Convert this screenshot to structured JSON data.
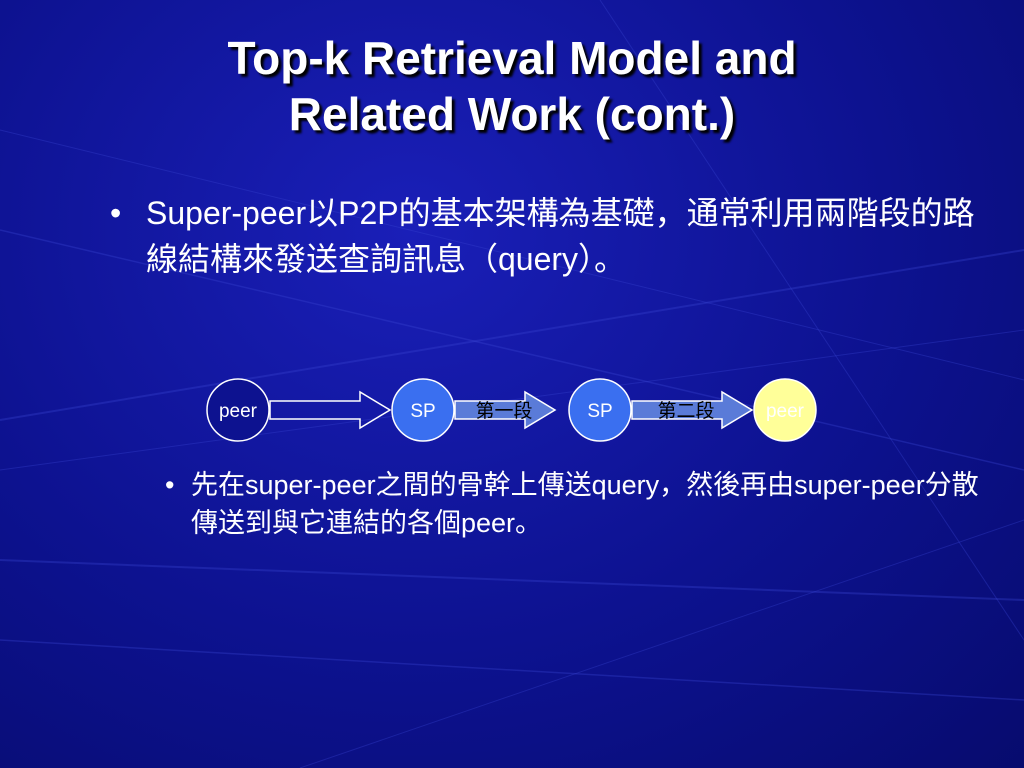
{
  "slide": {
    "title_line1": "Top-k Retrieval Model and",
    "title_line2": "Related Work (cont.)",
    "bullet_marker": "•",
    "bullet1": "Super-peer以P2P的基本架構為基礎，通常利用兩階段的路線結構來發送查詢訊息（query）。",
    "bullet2": "先在super-peer之間的骨幹上傳送query，然後再由super-peer分散傳送到與它連結的各個peer。"
  },
  "diagram": {
    "nodes": [
      {
        "label": "peer",
        "fill": "#0d1290"
      },
      {
        "label": "SP",
        "fill": "#3a6ff0"
      },
      {
        "label": "SP",
        "fill": "#3a6ff0"
      },
      {
        "label": "peer",
        "fill": "#ffff99"
      }
    ],
    "stages": [
      "第一段",
      "第二段"
    ]
  },
  "colors": {
    "background": "#0d1290",
    "text": "#ffffff",
    "sp_node": "#3a6ff0",
    "target_peer": "#ffff99"
  }
}
